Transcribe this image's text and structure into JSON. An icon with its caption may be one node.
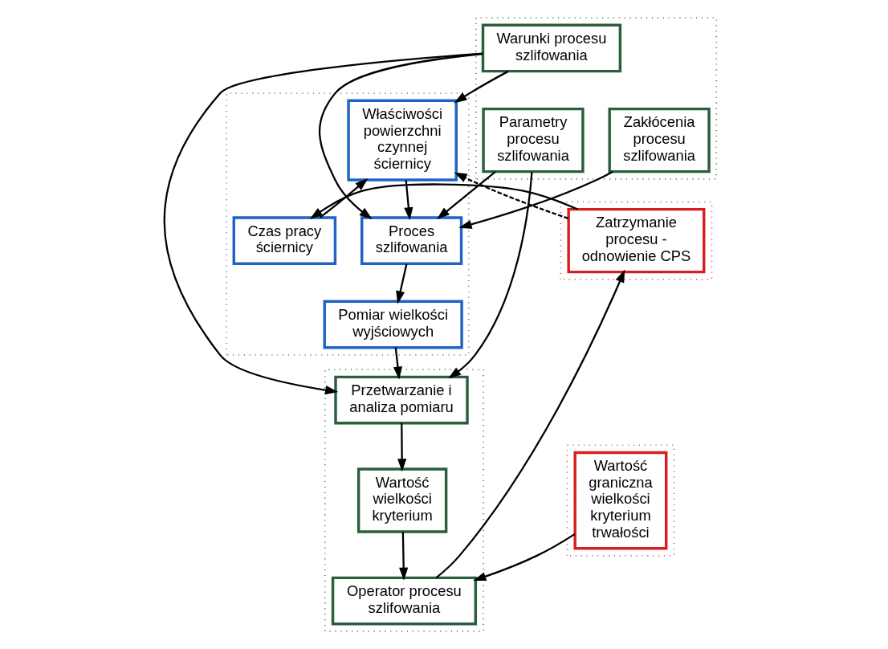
{
  "diagram": {
    "nodes": [
      {
        "text": [],
        "shape": "box"
      },
      {
        "text": [
          "Parametry procesu szlifowania"
        ],
        "in": 0
      },
      {
        "text": [
          "Warunki procesu szlifowania"
        ],
        "in": 0
      },
      {
        "text": [
          "Zakłócenia procesu szlifowania"
        ],
        "in": 0
      },
      {
        "text": [],
        "shape": "box"
      },
      {
        "text": [
          "Właściwości powierzchni czynnej ściernicy"
        ],
        "in": 4
      },
      {
        "text": [
          "Proces szlifowania"
        ],
        "in": 4
      },
      {
        "text": [
          "Czas pracy ściernicy"
        ],
        "in": 4
      },
      {
        "text": [
          "Pomiar wielkości wyjściowych"
        ],
        "in": 4
      },
      {
        "text": [],
        "shape": "box"
      },
      {
        "text": [
          "Zatrzymanie procesu - odnowienie CPS"
        ],
        "in": 9
      },
      {
        "text": [],
        "shape": "box"
      },
      {
        "text": [
          "Przetwarzanie i analiza pomiaru"
        ],
        "in": 11
      },
      {
        "text": [
          "Wartość wielkości kryterium"
        ],
        "in": 11
      },
      {
        "text": [
          "Operator procesu szlifowania"
        ],
        "in": 11
      },
      {
        "text": [],
        "shape": "box"
      },
      {
        "text": [
          "Wartość graniczna wielkości kryterium trwałości"
        ],
        "in": 15
      }
    ],
    "edges": [
      {
        "from": 1,
        "to": 6,
        "arrow": "to"
      },
      {
        "from": 1,
        "to": 12,
        "arrow": "to"
      },
      {
        "from": 2,
        "to": 6,
        "arrow": "to"
      },
      {
        "from": 2,
        "to": 12,
        "arrow": "to"
      },
      {
        "from": 2,
        "to": 5,
        "arrow": "to"
      },
      {
        "from": 3,
        "to": 6,
        "arrow": "to"
      },
      {
        "from": 7,
        "to": 5,
        "arrow": "to"
      },
      {
        "from": 10,
        "to": 5,
        "arrow": "to",
        "style": "dashed"
      },
      {
        "from": 5,
        "to": 6,
        "arrow": "to"
      },
      {
        "from": 10,
        "to": 7,
        "arrow": "to"
      },
      {
        "from": 6,
        "to": 8,
        "arrow": "to"
      },
      {
        "from": 8,
        "to": 12,
        "arrow": "to"
      },
      {
        "from": 12,
        "to": 13,
        "arrow": "to"
      },
      {
        "from": 13,
        "to": 14,
        "arrow": "to"
      },
      {
        "from": 14,
        "to": 10,
        "arrow": "to"
      },
      {
        "from": 16,
        "to": 14,
        "arrow": "to"
      }
    ]
  }
}
